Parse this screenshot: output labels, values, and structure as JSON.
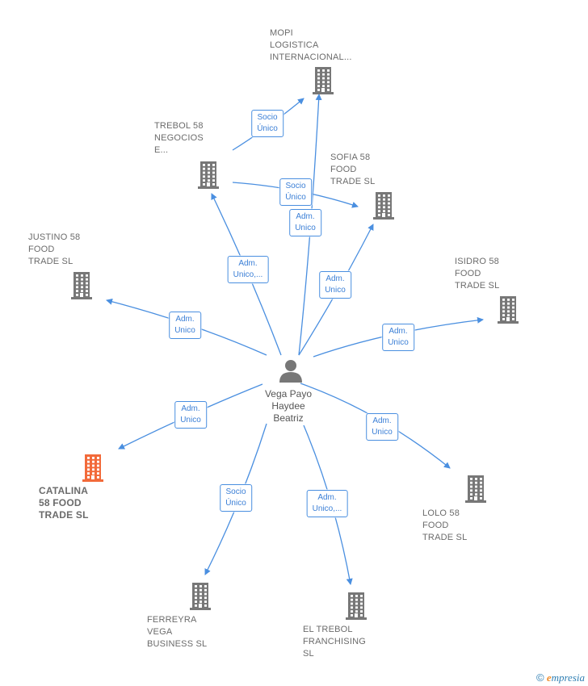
{
  "center": {
    "name": "Vega Payo Haydee Beatriz",
    "label_lines": "Vega Payo\nHaydee\nBeatriz",
    "icon": "person-icon"
  },
  "companies": [
    {
      "id": "mopi",
      "label": "MOPI\nLOGISTICA\nINTERNACIONAL...",
      "icon": "building-icon",
      "highlight": false
    },
    {
      "id": "trebol58",
      "label": "TREBOL 58\nNEGOCIOS\nE...",
      "icon": "building-icon",
      "highlight": false
    },
    {
      "id": "sofia",
      "label": "SOFIA 58\nFOOD\nTRADE  SL",
      "icon": "building-icon",
      "highlight": false
    },
    {
      "id": "justino",
      "label": "JUSTINO 58\nFOOD\nTRADE  SL",
      "icon": "building-icon",
      "highlight": false
    },
    {
      "id": "isidro",
      "label": "ISIDRO 58\nFOOD\nTRADE  SL",
      "icon": "building-icon",
      "highlight": false
    },
    {
      "id": "catalina",
      "label": "CATALINA\n58 FOOD\nTRADE  SL",
      "icon": "building-icon",
      "highlight": true
    },
    {
      "id": "lolo",
      "label": "LOLO 58\nFOOD\nTRADE  SL",
      "icon": "building-icon",
      "highlight": false
    },
    {
      "id": "ferreyra",
      "label": "FERREYRA\nVEGA\nBUSINESS SL",
      "icon": "building-icon",
      "highlight": false
    },
    {
      "id": "eltrebol",
      "label": "EL TREBOL\nFRANCHISING\nSL",
      "icon": "building-icon",
      "highlight": false
    }
  ],
  "edges": [
    {
      "from": "trebol58",
      "to": "mopi",
      "label": "Socio\nÚnico"
    },
    {
      "from": "trebol58",
      "to": "sofia",
      "label": "Socio\nÚnico"
    },
    {
      "from": "center",
      "to": "mopi",
      "label": "Adm.\nUnico"
    },
    {
      "from": "center",
      "to": "trebol58",
      "label": "Adm.\nUnico,..."
    },
    {
      "from": "center",
      "to": "sofia",
      "label": "Adm.\nUnico"
    },
    {
      "from": "center",
      "to": "justino",
      "label": "Adm.\nUnico"
    },
    {
      "from": "center",
      "to": "isidro",
      "label": "Adm.\nUnico"
    },
    {
      "from": "center",
      "to": "catalina",
      "label": "Adm.\nUnico"
    },
    {
      "from": "center",
      "to": "lolo",
      "label": "Adm.\nUnico"
    },
    {
      "from": "center",
      "to": "ferreyra",
      "label": "Socio\nÚnico"
    },
    {
      "from": "center",
      "to": "eltrebol",
      "label": "Adm.\nUnico,..."
    }
  ],
  "colors": {
    "edge": "#4a8fe0",
    "building": "#777777",
    "highlight_building": "#f26a3a",
    "person": "#777777"
  },
  "footer": {
    "copyright": "©",
    "brand_first": "e",
    "brand_rest": "mpresia"
  }
}
